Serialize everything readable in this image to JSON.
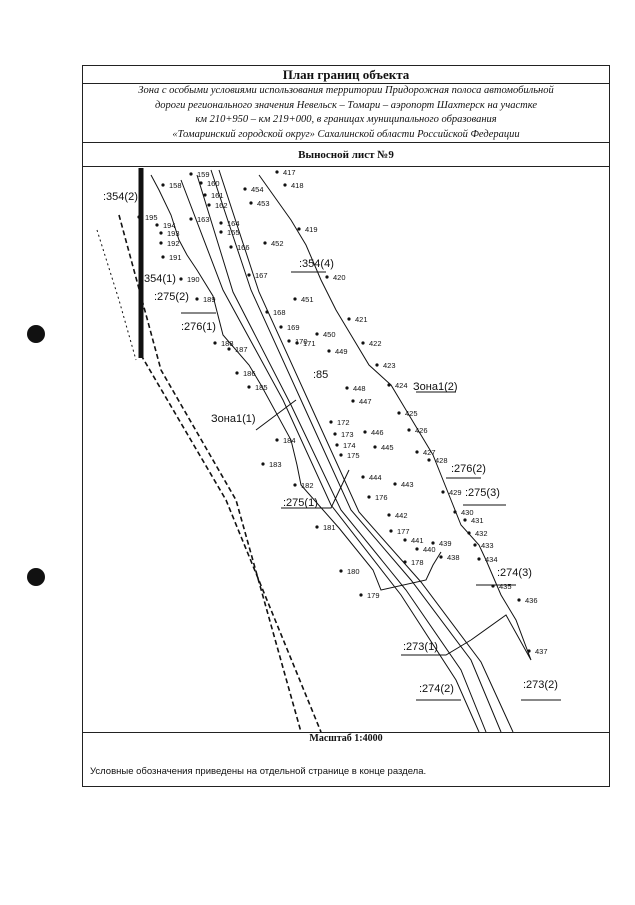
{
  "title": "План границ объекта",
  "description_lines": [
    "Зона с особыми условиями использования территории Придорожная полоса автомобильной",
    "дороги регионального значения Невельск – Томари – аэропорт Шахтерск на участке",
    "км 210+950 – км 219+000, в границах муниципального образования",
    "«Томаринский городской округ» Сахалинской области Российской Федерации"
  ],
  "sheet_label": "Выносной лист №9",
  "scale_label": "Масштаб 1:4000",
  "legend_note": "Условные обозначения приведены на отдельной странице в конце раздела.",
  "zone_labels": [
    ":354(2)",
    ":354(1)",
    ":275(2)",
    ":276(1)",
    ":354(4)",
    ":85",
    "Зона1(2)",
    "Зона1(1)",
    ":276(2)",
    ":275(3)",
    ":275(1)",
    ":274(3)",
    ":273(1)",
    ":274(2)",
    ":273(2)"
  ],
  "point_labels": [
    "159",
    "160",
    "161",
    "162",
    "163",
    "164",
    "165",
    "166",
    "167",
    "168",
    "169",
    "170",
    "171",
    "172",
    "173",
    "174",
    "175",
    "176",
    "177",
    "178",
    "179",
    "180",
    "181",
    "182",
    "183",
    "184",
    "185",
    "186",
    "187",
    "188",
    "189",
    "190",
    "191",
    "192",
    "193",
    "194",
    "195",
    "158",
    "417",
    "418",
    "419",
    "420",
    "421",
    "422",
    "423",
    "424",
    "425",
    "426",
    "427",
    "428",
    "429",
    "430",
    "431",
    "432",
    "433",
    "434",
    "435",
    "436",
    "437",
    "438",
    "439",
    "440",
    "441",
    "442",
    "443",
    "444",
    "445",
    "446",
    "447",
    "448",
    "449",
    "450",
    "451",
    "452",
    "453",
    "454"
  ]
}
